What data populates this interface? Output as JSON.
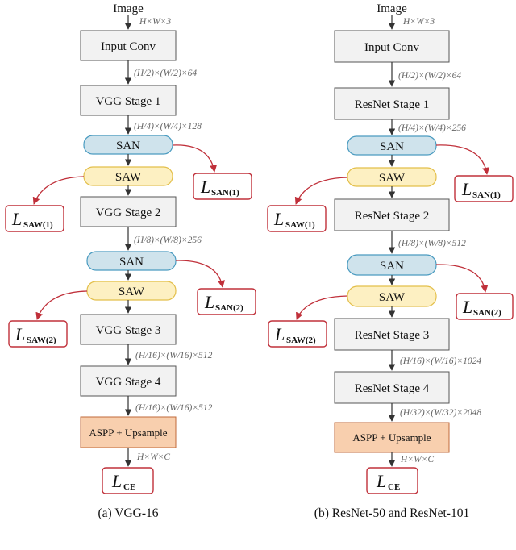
{
  "panel_a": {
    "input_label": "Image",
    "input_dim": "H×W×3",
    "caption": "(a) VGG-16",
    "stages": {
      "input_conv": "Input Conv",
      "stage1": "VGG Stage 1",
      "stage2": "VGG Stage 2",
      "stage3": "VGG Stage 3",
      "stage4": "VGG Stage 4",
      "aspp": "ASPP + Upsample"
    },
    "dims": {
      "d1": "(H/2)×(W/2)×64",
      "d2": "(H/4)×(W/4)×128",
      "d3": "(H/8)×(W/8)×256",
      "d4": "(H/16)×(W/16)×512",
      "d5": "(H/16)×(W/16)×512",
      "d6": "H×W×C"
    },
    "san": "SAN",
    "saw": "SAW",
    "losses": {
      "san1_sub": "SAN(1)",
      "saw1_sub": "SAW(1)",
      "san2_sub": "SAN(2)",
      "saw2_sub": "SAW(2)",
      "ce_sub": "CE"
    }
  },
  "panel_b": {
    "input_label": "Image",
    "input_dim": "H×W×3",
    "caption": "(b) ResNet-50 and ResNet-101",
    "stages": {
      "input_conv": "Input Conv",
      "stage1": "ResNet Stage 1",
      "stage2": "ResNet Stage 2",
      "stage3": "ResNet Stage 3",
      "stage4": "ResNet Stage 4",
      "aspp": "ASPP + Upsample"
    },
    "dims": {
      "d1": "(H/2)×(W/2)×64",
      "d2": "(H/4)×(W/4)×256",
      "d3": "(H/8)×(W/8)×512",
      "d4": "(H/16)×(W/16)×1024",
      "d5": "(H/32)×(W/32)×2048",
      "d6": "H×W×C"
    },
    "san": "SAN",
    "saw": "SAW",
    "losses": {
      "san1_sub": "SAN(1)",
      "saw1_sub": "SAW(1)",
      "san2_sub": "SAN(2)",
      "saw2_sub": "SAW(2)",
      "ce_sub": "CE"
    }
  },
  "loss_symbol": "L",
  "colors": {
    "stage_fill": "#f2f2f2",
    "stage_stroke": "#555555",
    "san_fill": "#cfe3ec",
    "san_stroke": "#4a9bc0",
    "saw_fill": "#fdf0c2",
    "saw_stroke": "#e3bf4a",
    "aspp_fill": "#f8cfae",
    "aspp_stroke": "#c06a3a",
    "loss_stroke": "#c0303a",
    "arrow_red": "#c0303a"
  }
}
